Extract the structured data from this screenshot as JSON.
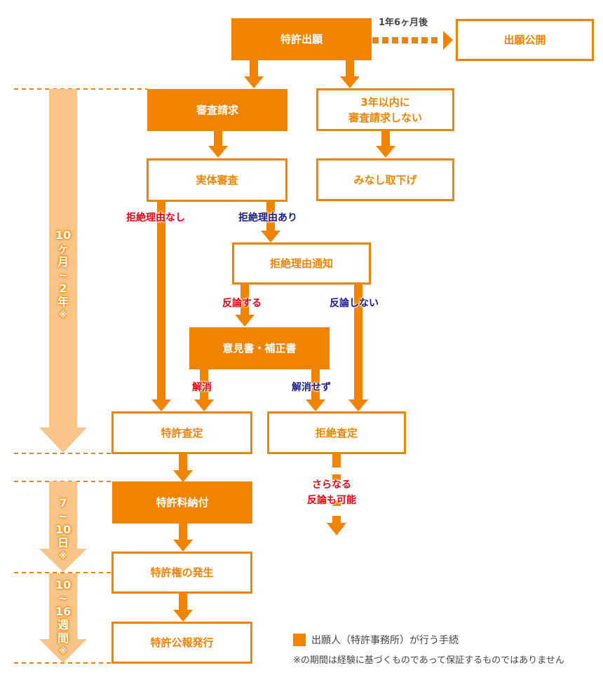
{
  "colors": {
    "accent": "#f08300",
    "timeline": "#f8c487",
    "positive_label": "#e60012",
    "negative_label": "#1d2088",
    "note_text": "#444444"
  },
  "nodes": {
    "application": "特許出願",
    "publication": "出願公開",
    "exam_request": "審査請求",
    "no_request": [
      "3年以内に",
      "審査請求しない"
    ],
    "substantive_exam": "実体審査",
    "deemed_withdrawn": "みなし取下げ",
    "rejection_notice": "拒絶理由通知",
    "response": "意見書・補正書",
    "grant_decision": "特許査定",
    "rejection_decision": "拒絶査定",
    "fee_payment": "特許料納付",
    "right_arises": "特許権の発生",
    "gazette": "特許公報発行"
  },
  "edge_labels": {
    "publication_delay": "1年6ヶ月後",
    "no_reasons": "拒絶理由なし",
    "has_reasons": "拒絶理由あり",
    "argue": "反論する",
    "not_argue": "反論しない",
    "resolved": "解消",
    "not_resolved": "解消せず",
    "further_appeal": [
      "さらなる",
      "反論も可能"
    ]
  },
  "timeline": [
    {
      "label": [
        "10",
        "ヶ",
        "月",
        "~",
        "2",
        "年",
        "※"
      ]
    },
    {
      "label": [
        "7",
        "~",
        "10",
        "日",
        "※"
      ]
    },
    {
      "label": [
        "10",
        "~",
        "16",
        "週",
        "間",
        "※"
      ]
    }
  ],
  "legend": {
    "text": "出願人（特許事務所）が行う手続",
    "note": "※の期間は経験に基づくものであって保証するものではありません"
  }
}
